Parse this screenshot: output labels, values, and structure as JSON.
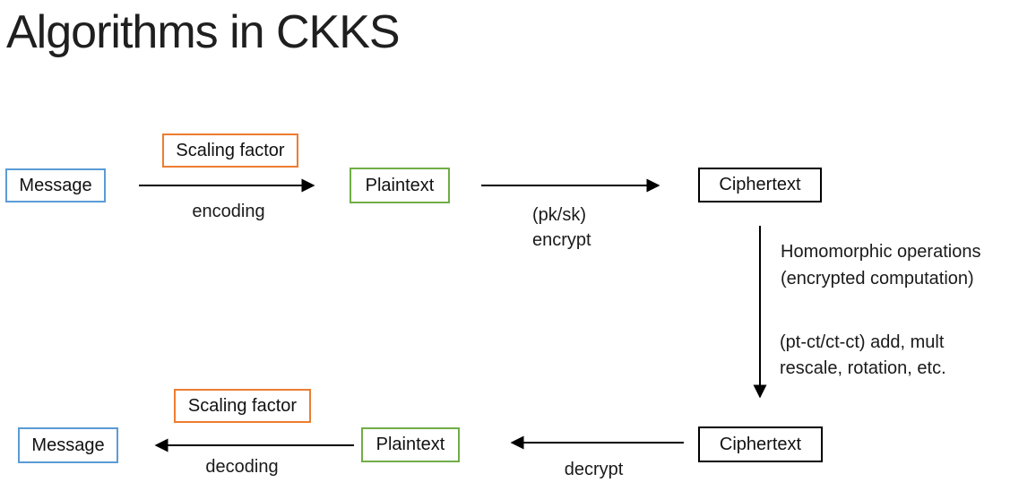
{
  "title": "Algorithms in CKKS",
  "colors": {
    "message_border": "#5B9BD5",
    "scaling_factor_border": "#ED7D31",
    "plaintext_border": "#70AD47",
    "ciphertext_border": "#000000",
    "text": "#1a1a1a"
  },
  "nodes": {
    "message_top": "Message",
    "scaling_factor_top": "Scaling factor",
    "plaintext_top": "Plaintext",
    "ciphertext_top": "Ciphertext",
    "ciphertext_bottom": "Ciphertext",
    "plaintext_bottom": "Plaintext",
    "scaling_factor_bottom": "Scaling factor",
    "message_bottom": "Message"
  },
  "edges": {
    "encoding": "encoding",
    "encrypt_line1": "(pk/sk)",
    "encrypt_line2": "encrypt",
    "homomorphic_line1": "Homomorphic operations",
    "homomorphic_line2": "(encrypted computation)",
    "ops_line1": "(pt-ct/ct-ct) add, mult",
    "ops_line2": "rescale, rotation, etc.",
    "decrypt": "decrypt",
    "decoding": "decoding"
  }
}
